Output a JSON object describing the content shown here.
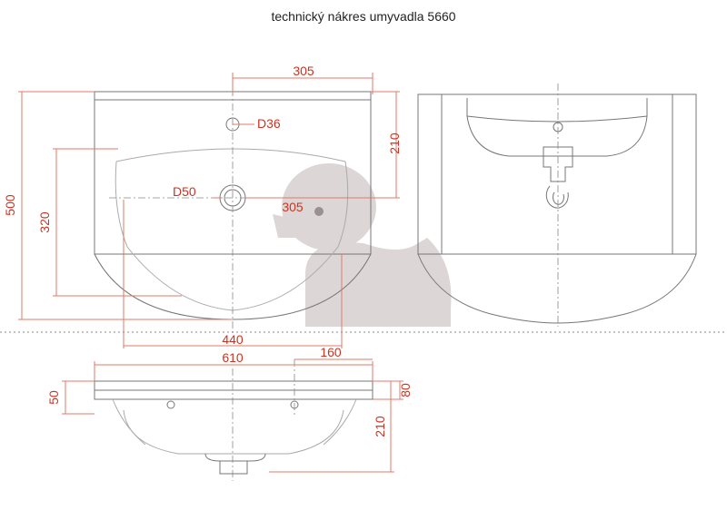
{
  "title": "technický nákres umyvadla 5660",
  "dimensions": {
    "d305_top": "305",
    "d36": "D36",
    "d210_right": "210",
    "d50": "D50",
    "d305_mid": "305",
    "d500": "500",
    "d320": "320",
    "d440": "440",
    "d610": "610",
    "d160": "160",
    "d50_side": "50",
    "d80": "80",
    "d210_bottom": "210"
  },
  "colors": {
    "dimension": "#cc3322",
    "outline": "#777777",
    "watermark": "#d9d2d2"
  }
}
